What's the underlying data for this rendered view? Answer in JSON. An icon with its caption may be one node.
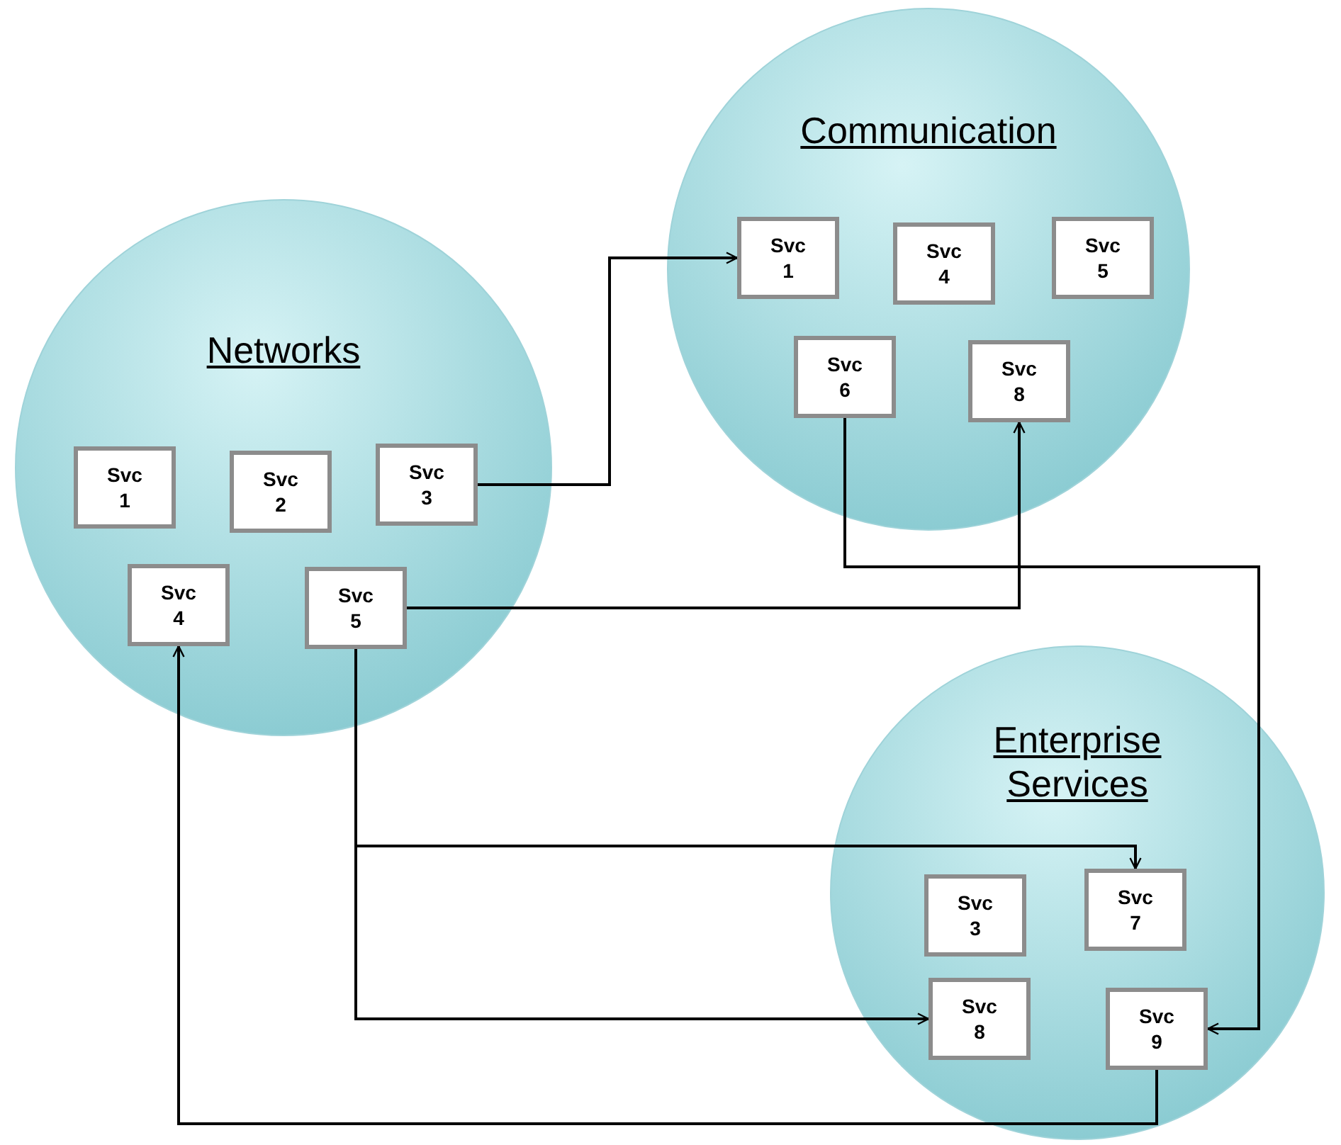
{
  "diagram": {
    "nodes": [
      {
        "text": [
          "Networks"
        ]
      },
      {
        "text": [
          "Svc 1"
        ],
        "in": 0
      },
      {
        "text": [
          "Svc 2"
        ],
        "in": 0
      },
      {
        "text": [
          "Svc 3"
        ],
        "in": 0
      },
      {
        "text": [
          "Svc 4"
        ],
        "in": 0
      },
      {
        "text": [
          "Svc 5"
        ],
        "in": 0
      },
      {
        "text": [
          "Communication"
        ]
      },
      {
        "text": [
          "Svc 1"
        ],
        "in": 6
      },
      {
        "text": [
          "Svc 4"
        ],
        "in": 6
      },
      {
        "text": [
          "Svc 5"
        ],
        "in": 6
      },
      {
        "text": [
          "Svc 6"
        ],
        "in": 6
      },
      {
        "text": [
          "Svc 8"
        ],
        "in": 6
      },
      {
        "text": [
          "Enterprise Services"
        ]
      },
      {
        "text": [
          "Svc 3"
        ],
        "in": 12
      },
      {
        "text": [
          "Svc 7"
        ],
        "in": 12
      },
      {
        "text": [
          "Svc 8"
        ],
        "in": 12
      },
      {
        "text": [
          "Svc 9"
        ],
        "in": 12
      }
    ],
    "edges": [
      {
        "from": 3,
        "to": 7,
        "arrow": "to"
      },
      {
        "from": 5,
        "to": 11,
        "arrow": "to"
      },
      {
        "from": 10,
        "to": 16,
        "arrow": "to"
      },
      {
        "from": 5,
        "to": 14,
        "arrow": "to"
      },
      {
        "from": 5,
        "to": 15,
        "arrow": "to"
      },
      {
        "from": 16,
        "to": 4,
        "arrow": "to"
      }
    ]
  }
}
